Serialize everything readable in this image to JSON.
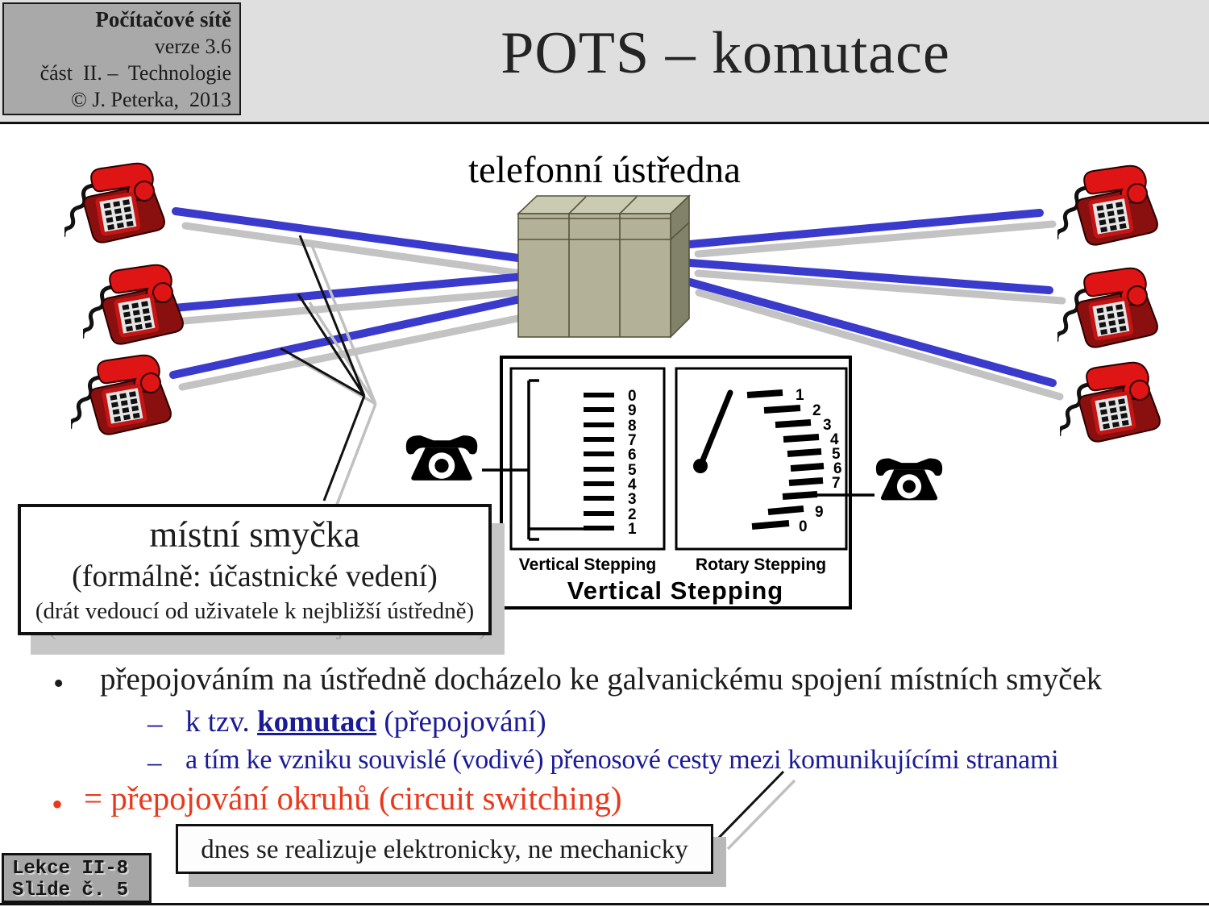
{
  "slide": {
    "meta": {
      "course": "Počítačové sítě",
      "version": "verze 3.6",
      "part": "část  II. –  Technologie",
      "copyright": "© J. Peterka,  2013"
    },
    "title": "POTS – komutace"
  },
  "diagram": {
    "exchange_label": "telefonní ústředna",
    "stepping": {
      "vertical_caption": "Vertical Stepping",
      "rotary_caption": "Rotary Stepping",
      "bottom_caption": "Vertical Stepping",
      "vertical_labels": [
        "0",
        "9",
        "8",
        "7",
        "6",
        "5",
        "4",
        "3",
        "2",
        "1"
      ],
      "rotary_labels": [
        "1",
        "2",
        "3",
        "4",
        "5",
        "6",
        "7",
        "9",
        "0"
      ]
    },
    "local_loop": {
      "title": "místní smyčka",
      "subtitle": "(formálně: účastnické vedení)",
      "note": "(drát vedoucí od uživatele k nejbližší ústředně)"
    }
  },
  "bullets": {
    "dot": "•",
    "dash": "–",
    "item1": "přepojováním na ústředně docházelo ke galvanickému spojení místních smyček",
    "item1_sub1_pre": "k tzv. ",
    "item1_sub1_term": "komutaci",
    "item1_sub1_post": " (přepojování)",
    "item1_sub2": "a tím ke vzniku souvislé (vodivé) přenosové cesty mezi komunikujícími stranami",
    "item2": "= přepojování okruhů (circuit switching)"
  },
  "callout": {
    "text": "dnes se realizuje elektronicky, ne mechanicky"
  },
  "footer": {
    "lesson": "Lekce II-8",
    "slide_no": "Slide č. 5"
  },
  "colors": {
    "line_blue": "#3a3acc",
    "line_gray": "#c3c3c3",
    "text_blue": "#1b1b98",
    "text_red": "#e8391c",
    "band_bg": "#dfdfdf",
    "meta_bg": "#a9a9a9"
  }
}
